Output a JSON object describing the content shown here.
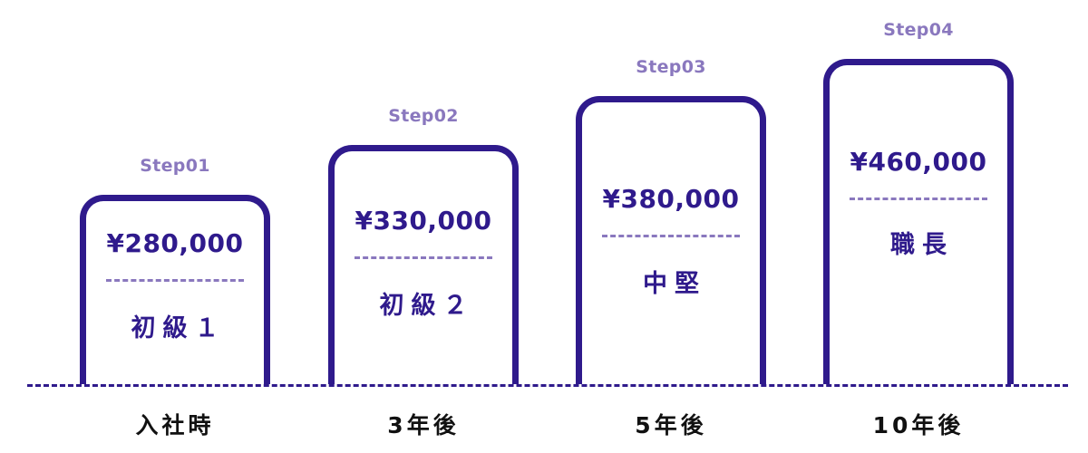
{
  "steps": [
    {
      "step": "Step01",
      "salary": "¥280,000",
      "role": "初級１",
      "timing": "入社時"
    },
    {
      "step": "Step02",
      "salary": "¥330,000",
      "role": "初級２",
      "timing": "3年後"
    },
    {
      "step": "Step03",
      "salary": "¥380,000",
      "role": "中堅",
      "timing": "5年後"
    },
    {
      "step": "Step04",
      "salary": "¥460,000",
      "role": "職長",
      "timing": "10年後"
    }
  ],
  "colors": {
    "primary": "#2f1a8c",
    "accent": "#8a78be",
    "text": "#111111"
  }
}
